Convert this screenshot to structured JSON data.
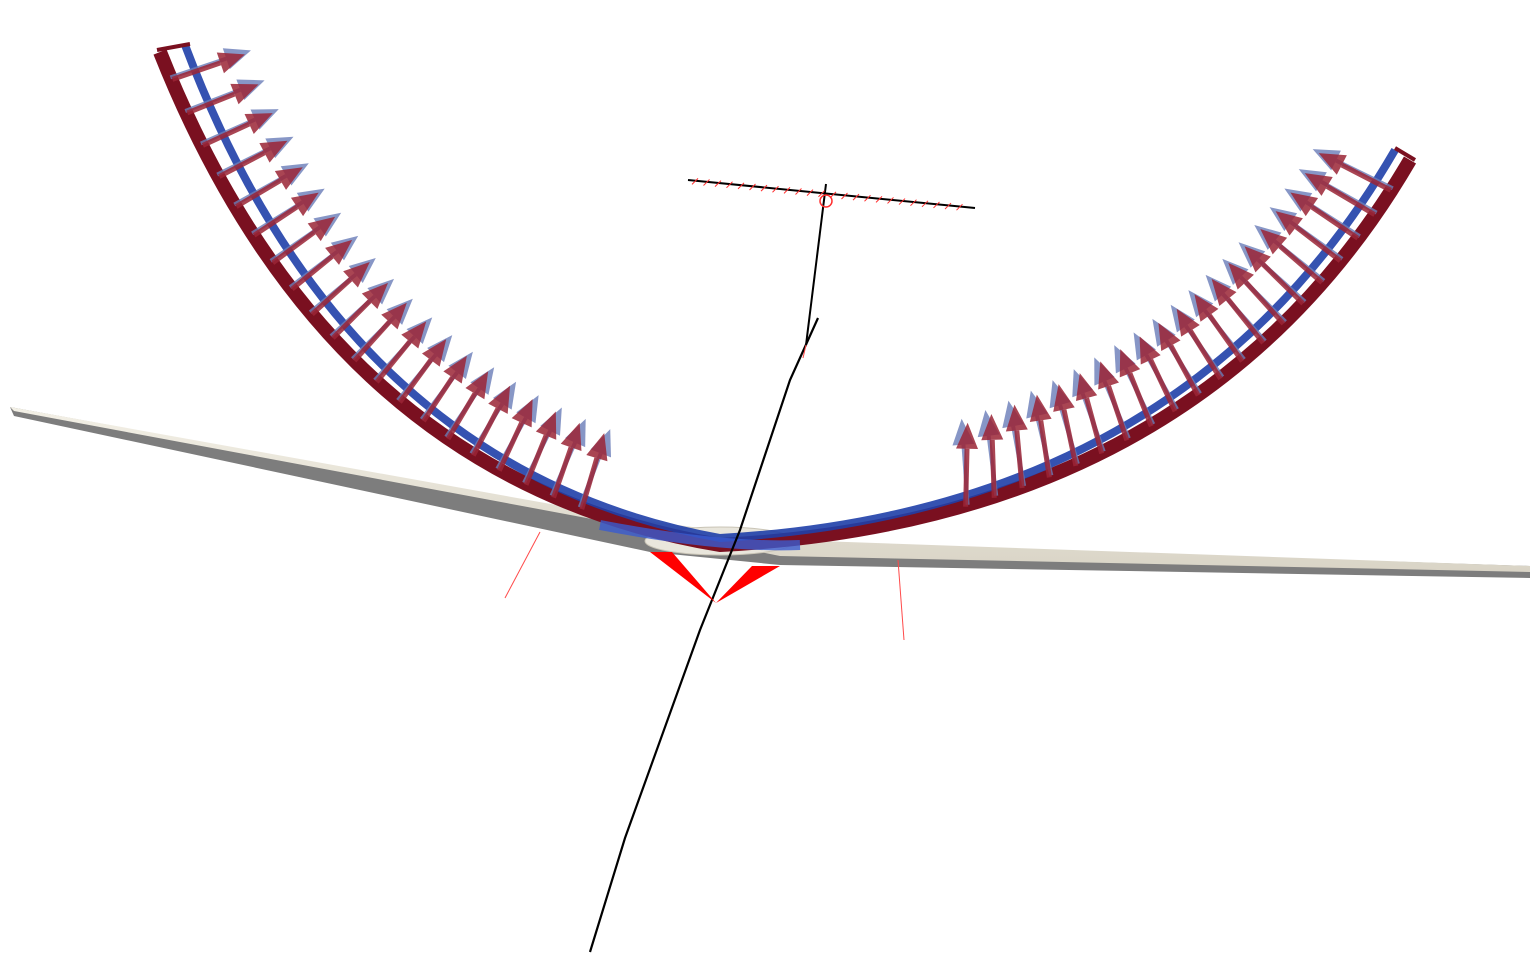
{
  "scene": {
    "kind": "3d-render",
    "background": "#ffffff",
    "colors": {
      "deformed_wing": "#7a1020",
      "reference_wing": "#1f3fa8",
      "arrow_red": "#9b2536",
      "arrow_blue": "#6a7db8",
      "flat_wing_top": "#ece8dc",
      "flat_wing_bottom": "#7d7d7d",
      "fuselage_line": "#000000",
      "cable_red": "#ff0000"
    },
    "objects": [
      "flexed-wing-deformed",
      "flexed-wing-reference",
      "lift-force-arrows",
      "flat-wing",
      "fuselage-line",
      "tail",
      "suspension-cables"
    ]
  }
}
